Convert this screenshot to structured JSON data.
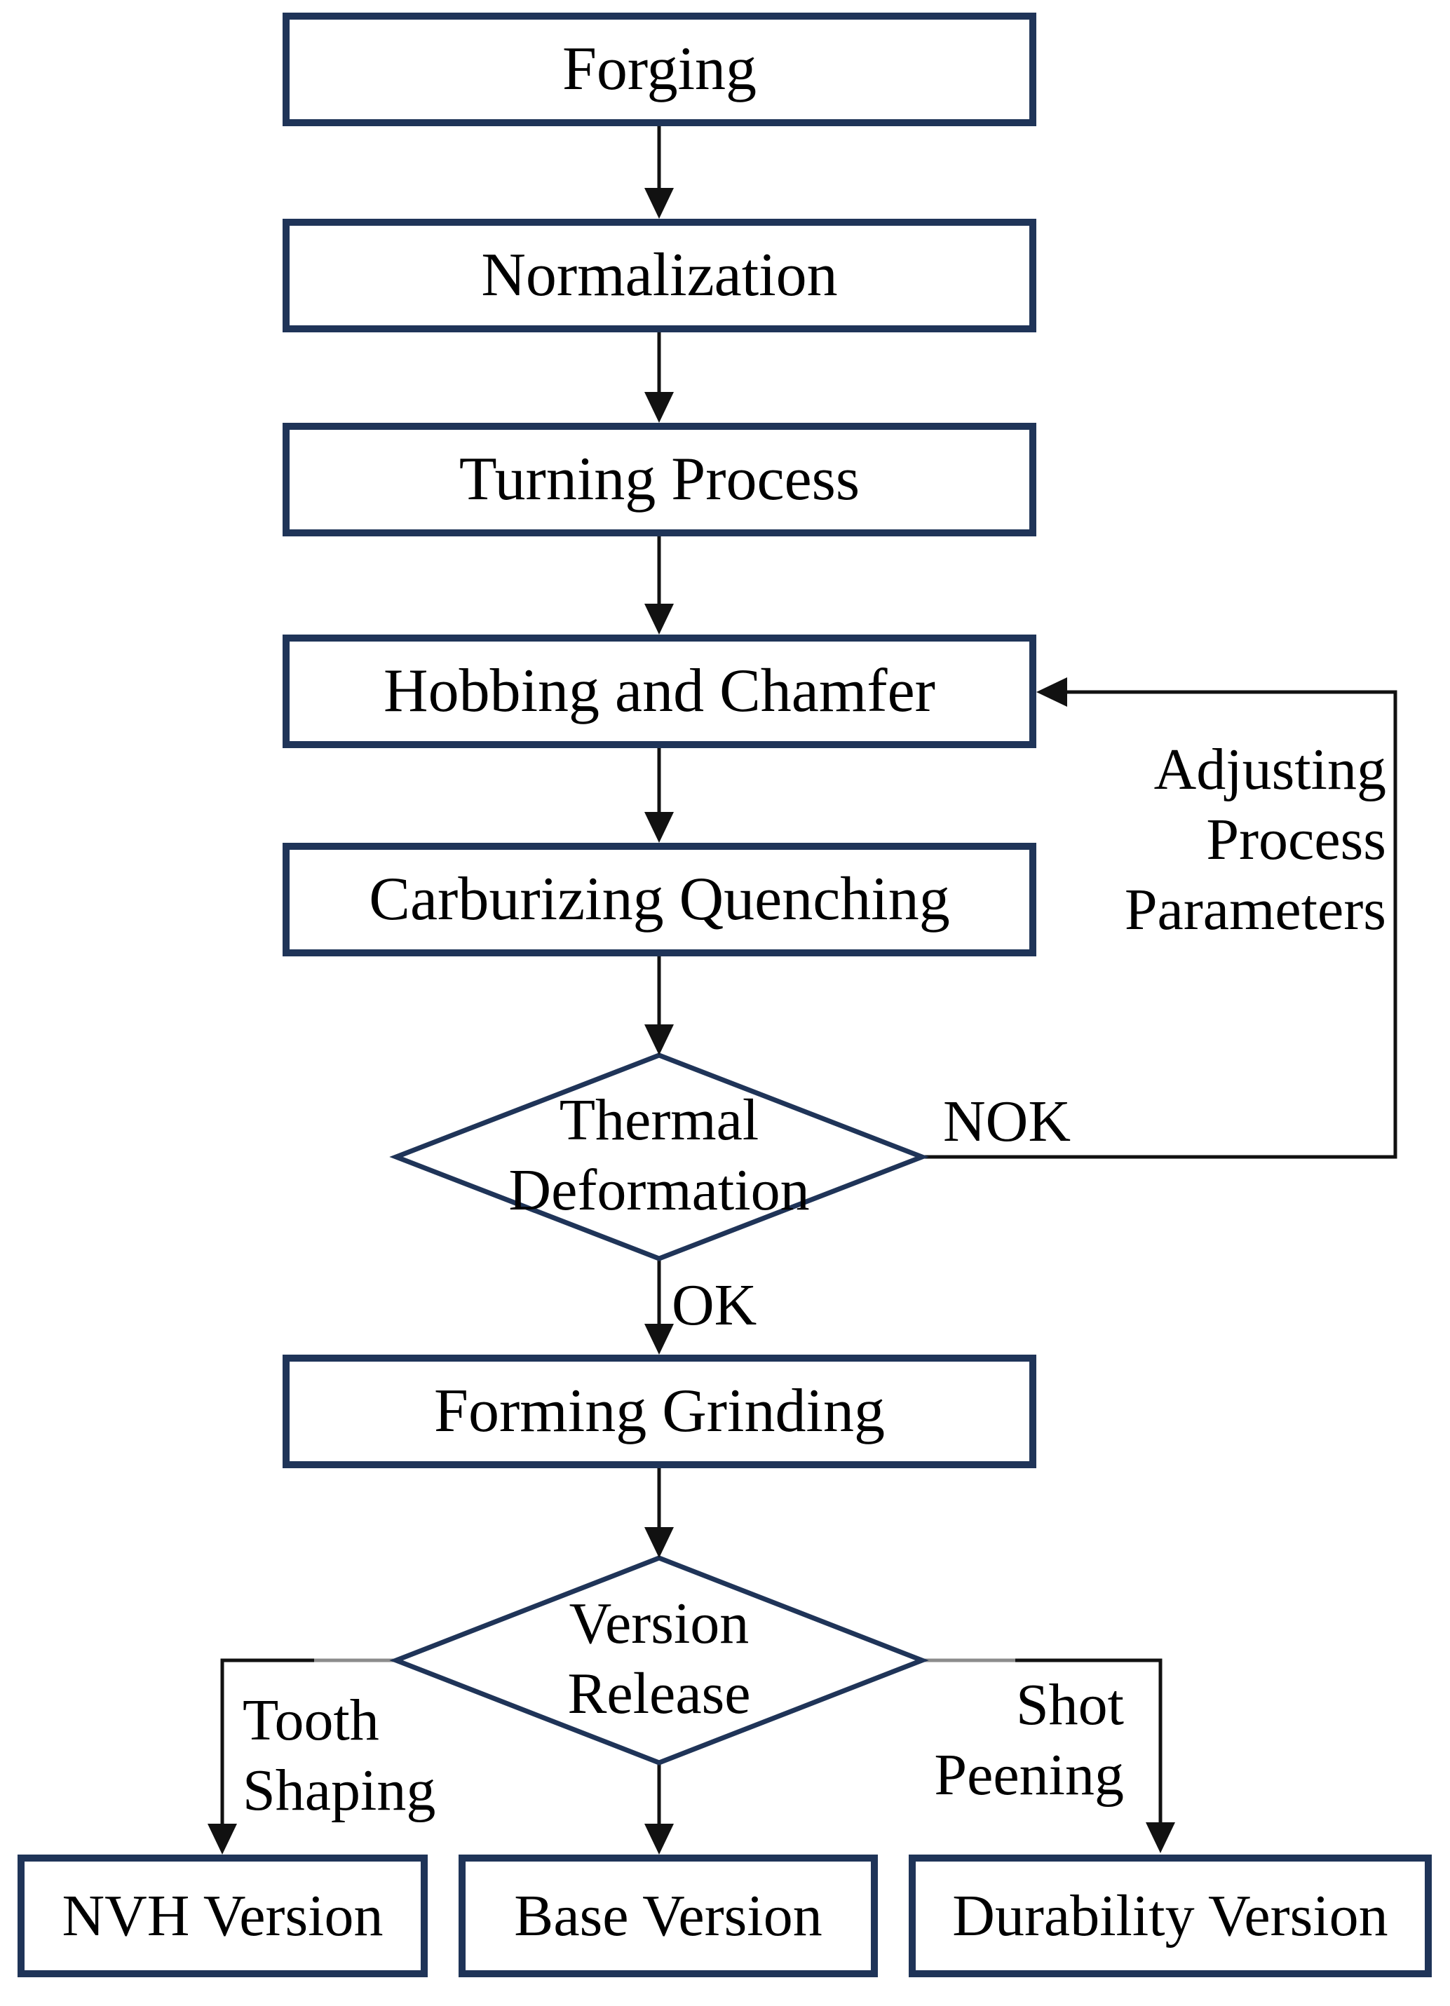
{
  "colors": {
    "box_border": "#1f3458",
    "line": "#111111",
    "gray_segment": "#8c8c8c",
    "text": "#000000",
    "background": "#ffffff"
  },
  "process_steps": [
    {
      "label": "Forging"
    },
    {
      "label": "Normalization"
    },
    {
      "label": "Turning Process"
    },
    {
      "label": "Hobbing and Chamfer"
    },
    {
      "label": "Carburizing Quenching"
    },
    {
      "label": "Forming Grinding"
    }
  ],
  "decision_thermal": {
    "line1": "Thermal",
    "line2": "Deformation"
  },
  "decision_version": {
    "line1": "Version",
    "line2": "Release"
  },
  "branch_labels": {
    "ok": "OK",
    "nok": "NOK",
    "adjust": [
      "Adjusting",
      "Process",
      "Parameters"
    ],
    "tooth": [
      "Tooth",
      "Shaping"
    ],
    "shot": [
      "Shot",
      "Peening"
    ]
  },
  "outputs": [
    {
      "label": "NVH Version"
    },
    {
      "label": "Base Version"
    },
    {
      "label": "Durability Version"
    }
  ]
}
